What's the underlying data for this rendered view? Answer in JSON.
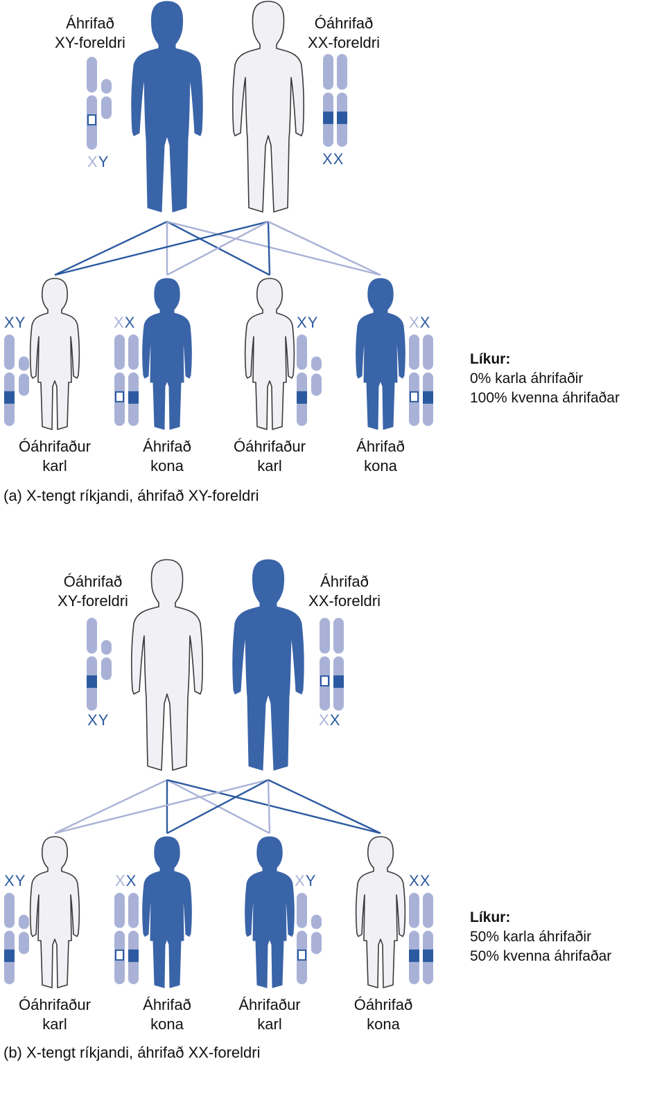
{
  "colors": {
    "affected": "#3a64a8",
    "unaffected": "#f0f0f5",
    "outline": "#3a3a3a",
    "chromosome": "#a9b2d6",
    "band": "#2c5aa0",
    "line_dark": "#2c5aa0",
    "line_light": "#a9b2d6"
  },
  "panels": [
    {
      "id": "a",
      "caption": "(a) X-tengt ríkjandi, áhrifað XY-foreldri",
      "parents": [
        {
          "label": "Áhrifað\nXY-foreldri",
          "affected": true,
          "sex": "XY",
          "letters": [
            {
              "t": "X",
              "faded": true
            },
            {
              "t": "Y",
              "faded": false
            }
          ],
          "marks": [
            "hollow"
          ]
        },
        {
          "label": "Óáhrifað\nXX-foreldri",
          "affected": false,
          "sex": "XX",
          "letters": [
            {
              "t": "X",
              "faded": false
            },
            {
              "t": "X",
              "faded": false
            }
          ],
          "marks": [
            "band",
            "band"
          ]
        }
      ],
      "children": [
        {
          "label": "Óáhrifaður\nkarl",
          "affected": false,
          "sex": "XY",
          "letters": [
            {
              "t": "X",
              "faded": false
            },
            {
              "t": "Y",
              "faded": false
            }
          ],
          "marks": [
            "band"
          ]
        },
        {
          "label": "Áhrifað\nkona",
          "affected": true,
          "sex": "XX",
          "letters": [
            {
              "t": "X",
              "faded": true
            },
            {
              "t": "X",
              "faded": false
            }
          ],
          "marks": [
            "hollow",
            "band"
          ]
        },
        {
          "label": "Óáhrifaður\nkarl",
          "affected": false,
          "sex": "XY",
          "letters": [
            {
              "t": "X",
              "faded": false
            },
            {
              "t": "Y",
              "faded": false
            }
          ],
          "marks": [
            "band"
          ]
        },
        {
          "label": "Áhrifað\nkona",
          "affected": true,
          "sex": "XX",
          "letters": [
            {
              "t": "X",
              "faded": true
            },
            {
              "t": "X",
              "faded": false
            }
          ],
          "marks": [
            "hollow",
            "band"
          ]
        }
      ],
      "probability": {
        "heading": "Líkur:",
        "male": "0% karla áhrifaðir",
        "female": "100% kvenna áhrifaðar"
      }
    },
    {
      "id": "b",
      "caption": "(b) X-tengt ríkjandi, áhrifað XX-foreldri",
      "parents": [
        {
          "label": "Óáhrifað\nXY-foreldri",
          "affected": false,
          "sex": "XY",
          "letters": [
            {
              "t": "X",
              "faded": false
            },
            {
              "t": "Y",
              "faded": false
            }
          ],
          "marks": [
            "band"
          ]
        },
        {
          "label": "Áhrifað\nXX-foreldri",
          "affected": true,
          "sex": "XX",
          "letters": [
            {
              "t": "X",
              "faded": true
            },
            {
              "t": "X",
              "faded": false
            }
          ],
          "marks": [
            "hollow",
            "band"
          ]
        }
      ],
      "children": [
        {
          "label": "Óáhrifaður\nkarl",
          "affected": false,
          "sex": "XY",
          "letters": [
            {
              "t": "X",
              "faded": false
            },
            {
              "t": "Y",
              "faded": false
            }
          ],
          "marks": [
            "band"
          ]
        },
        {
          "label": "Áhrifað\nkona",
          "affected": true,
          "sex": "XX",
          "letters": [
            {
              "t": "X",
              "faded": true
            },
            {
              "t": "X",
              "faded": false
            }
          ],
          "marks": [
            "hollow",
            "band"
          ]
        },
        {
          "label": "Áhrifaður\nkarl",
          "affected": true,
          "sex": "XY",
          "letters": [
            {
              "t": "X",
              "faded": true
            },
            {
              "t": "Y",
              "faded": false
            }
          ],
          "marks": [
            "hollow"
          ]
        },
        {
          "label": "Óáhrifað\nkona",
          "affected": false,
          "sex": "XX",
          "letters": [
            {
              "t": "X",
              "faded": false
            },
            {
              "t": "X",
              "faded": false
            }
          ],
          "marks": [
            "band",
            "band"
          ]
        }
      ],
      "probability": {
        "heading": "Líkur:",
        "male": "50% karla áhrifaðir",
        "female": "50% kvenna áhrifaðar"
      }
    }
  ]
}
